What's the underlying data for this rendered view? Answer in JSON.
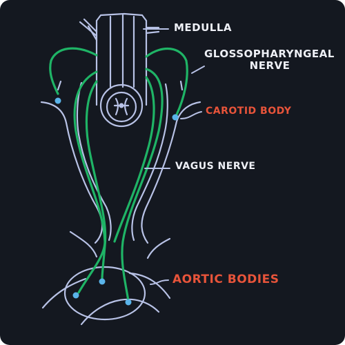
{
  "labels": {
    "medulla": "MEDULLA",
    "glossopharyngeal_line1": "GLOSSOPHARYNGEAL",
    "glossopharyngeal_line2": "NERVE",
    "carotid_body": "CAROTID BODY",
    "vagus_nerve": "VAGUS NERVE",
    "aortic_bodies": "AORTIC BODIES"
  },
  "colors": {
    "background": "#141820",
    "structure": "#b8c2e6",
    "nerve": "#1fb466",
    "receptor": "#5ab4ea",
    "highlight_label": "#e8543a",
    "label": "#eef0f6"
  }
}
